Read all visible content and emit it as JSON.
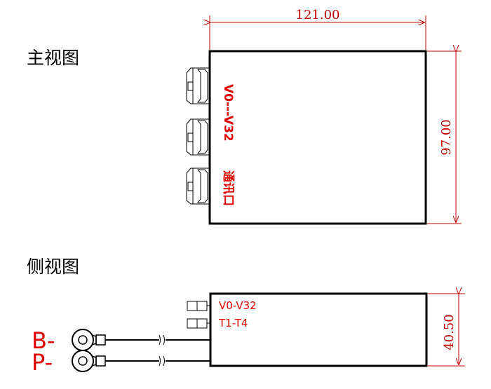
{
  "views": {
    "main_title": "主视图",
    "side_title": "侧视图"
  },
  "dimensions": {
    "width": "121.00",
    "height": "97.00",
    "thickness": "40.50"
  },
  "main_labels": {
    "voltage": "V0---V32",
    "comm": "通讯口"
  },
  "side_labels": {
    "voltage": "V0-V32",
    "temp": "T1-T4"
  },
  "wires": {
    "b": "B-",
    "p": "P-"
  },
  "colors": {
    "outline": "#000000",
    "dimension": "#c00000",
    "label": "#e00000"
  }
}
